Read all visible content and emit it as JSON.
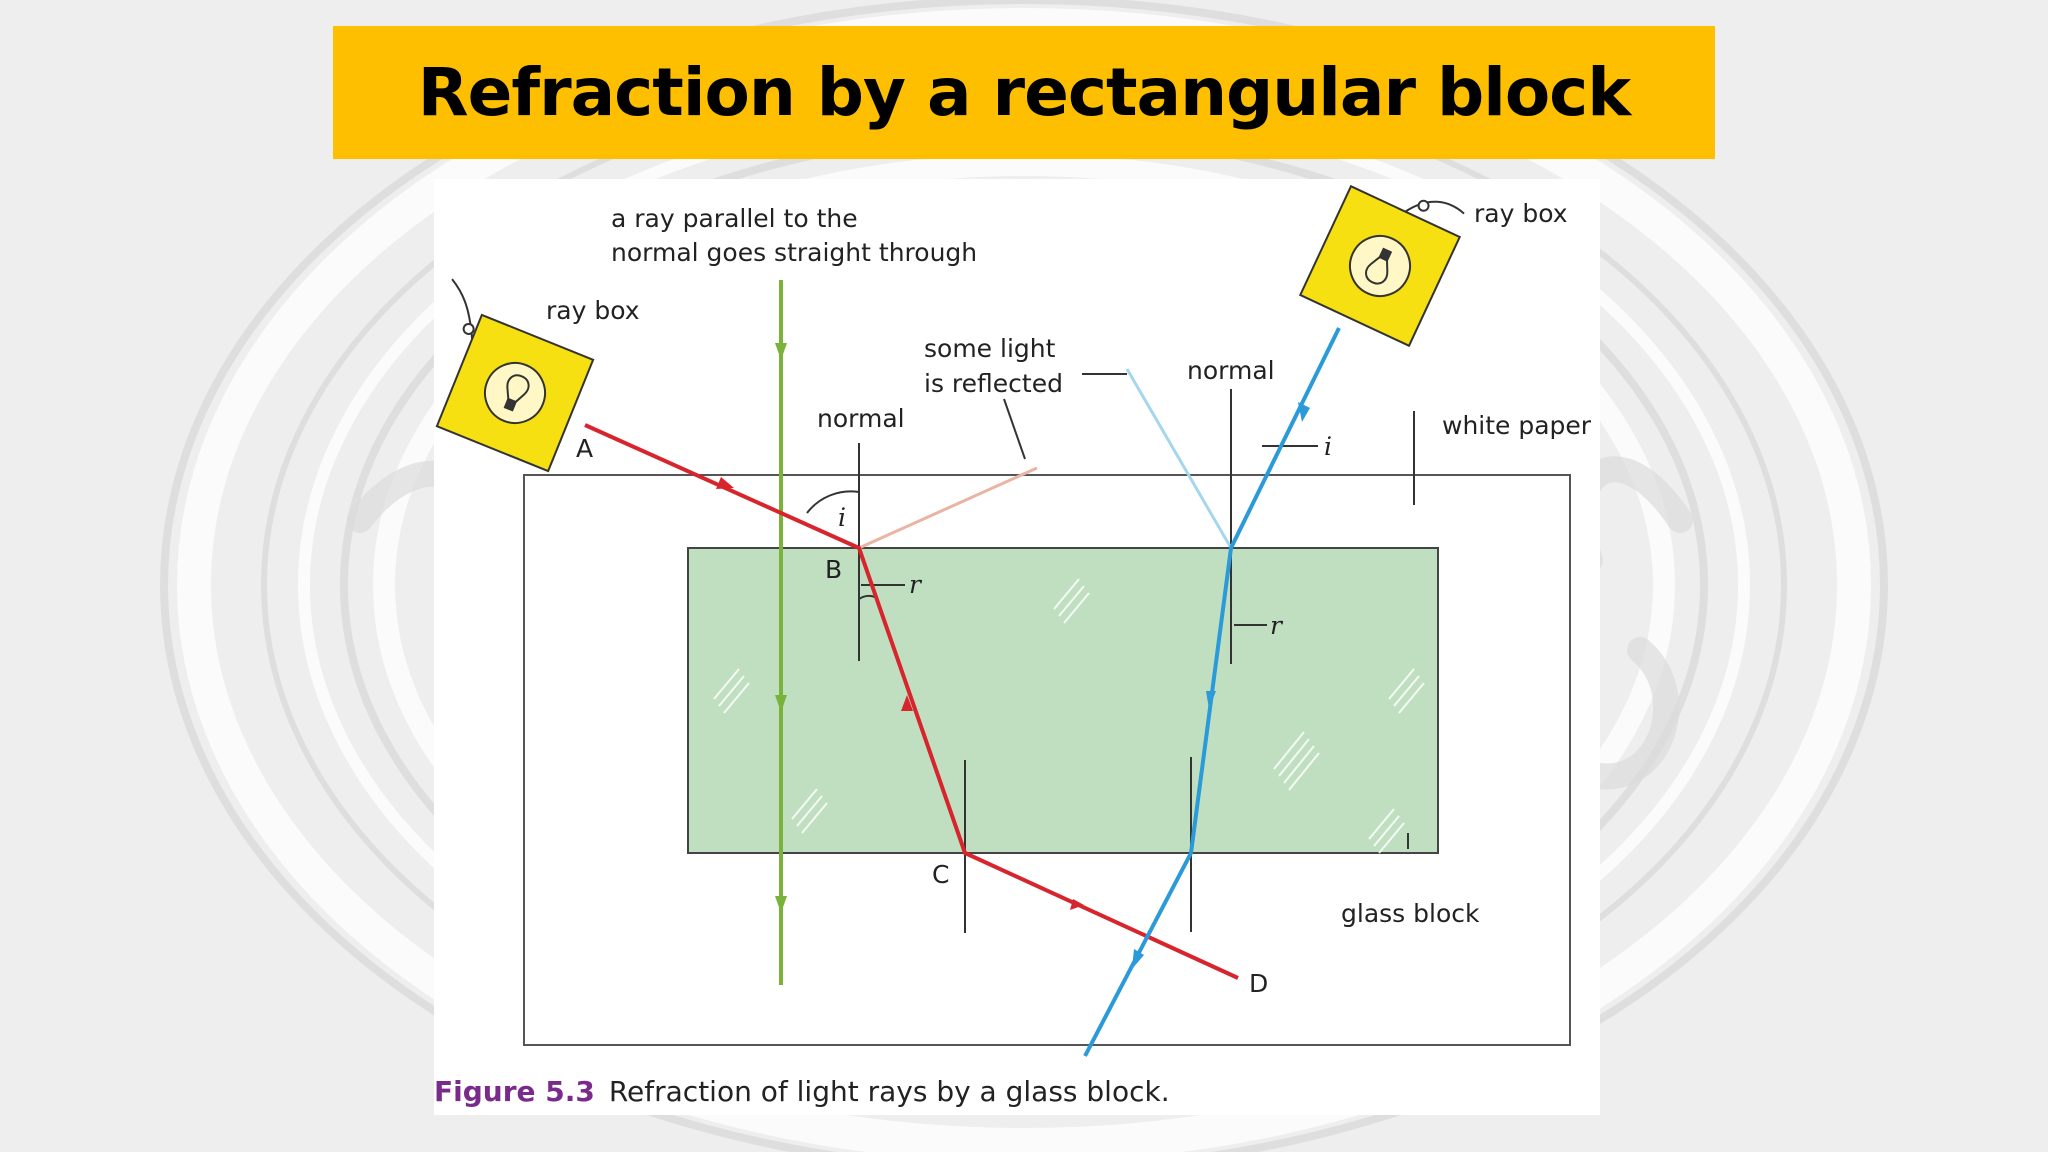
{
  "slide": {
    "title": "Refraction by a rectangular block"
  },
  "figure": {
    "labels": {
      "ray_box_left": "ray box",
      "ray_box_right": "ray box",
      "parallel_ray_line1": "a ray parallel to the",
      "parallel_ray_line2": "normal goes straight through",
      "reflected_line1": "some light",
      "reflected_line2": "is reflected",
      "normal_left": "normal",
      "normal_right": "normal",
      "white_paper": "white paper",
      "glass_block": "glass block",
      "point_a": "A",
      "point_b": "B",
      "point_c": "C",
      "point_d": "D",
      "angle_i_left": "i",
      "angle_r_left": "r",
      "angle_i_right": "i",
      "angle_r_right": "r"
    },
    "caption_number": "Figure 5.3",
    "caption_text": "Refraction of light rays by a glass block.",
    "colors": {
      "title_bar": "#fdbf00",
      "glass_block": "#bfdfc0",
      "red_ray": "#d8242c",
      "blue_ray": "#2a9ad8",
      "green_ray": "#7ab33a",
      "reflected_red": "#eab4a4",
      "reflected_blue": "#a6d6ec",
      "ray_box": "#f6e011",
      "caption_number": "#7a2a8a"
    }
  }
}
